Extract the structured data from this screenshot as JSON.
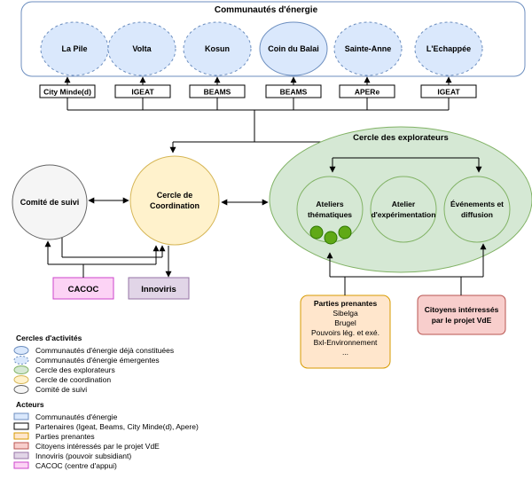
{
  "top": {
    "title": "Communautés d'énergie",
    "communities": [
      {
        "name": "La Pile",
        "status": "emerging"
      },
      {
        "name": "Volta",
        "status": "emerging"
      },
      {
        "name": "Kosun",
        "status": "emerging"
      },
      {
        "name": "Coin du Balai",
        "status": "constituted"
      },
      {
        "name": "Sainte-Anne",
        "status": "emerging"
      },
      {
        "name": "L'Echappée",
        "status": "emerging"
      }
    ],
    "partners": [
      "City Minde(d)",
      "IGEAT",
      "BEAMS",
      "BEAMS",
      "APERe",
      "IGEAT"
    ]
  },
  "explorers": {
    "title": "Cercle des explorateurs",
    "ateliers_thematiques": [
      "Ateliers",
      "thématiques"
    ],
    "atelier_experimentation": [
      "Atelier",
      "d'expérimentation"
    ],
    "evenements": [
      "Événements et",
      "diffusion"
    ]
  },
  "comite": "Comité de suivi",
  "coordination": [
    "Cercle de",
    "Coordination"
  ],
  "cacoc": "CACOC",
  "innoviris": "Innoviris",
  "parties_prenantes": {
    "title": "Parties prenantes",
    "items": [
      "Sibelga",
      "Brugel",
      "Pouvoirs lég. et exé.",
      "Bxl-Environnement",
      "..."
    ]
  },
  "citoyens": [
    "Citoyens intérressés",
    "par le projet VdE"
  ],
  "legend": {
    "activities_title": "Cercles d'activités",
    "activities": [
      "Communautés d'énergie déjà constituées",
      "Communautés d'énergie émergentes",
      "Cercle des explorateurs",
      "Cercle de coordination",
      "Comité de suivi"
    ],
    "actors_title": "Acteurs",
    "actors": [
      "Communautés d'énergie",
      "Partenaires (Igeat, Beams, City Minde(d), Apere)",
      "Parties prenantes",
      "Citoyens intéressés par le projet VdE",
      "Innoviris (pouvoir subsidiant)",
      "CACOC (centre d'appui)"
    ]
  },
  "colors": {
    "blue_fill": "#dae8fc",
    "blue_stroke": "#6c8ebf",
    "green_fill": "#d5e8d4",
    "green_stroke": "#82b366",
    "yellow_fill": "#fff2cc",
    "yellow_stroke": "#d6b656",
    "grey_fill": "#f5f5f5",
    "grey_stroke": "#666666",
    "orange_fill": "#ffe6cc",
    "orange_stroke": "#d79b00",
    "red_fill": "#f8cecc",
    "red_stroke": "#b85450",
    "purple_fill": "#e1d5e7",
    "purple_stroke": "#9673a6",
    "pink_fill": "#fcd3f5",
    "pink_stroke": "#cc44cc"
  }
}
